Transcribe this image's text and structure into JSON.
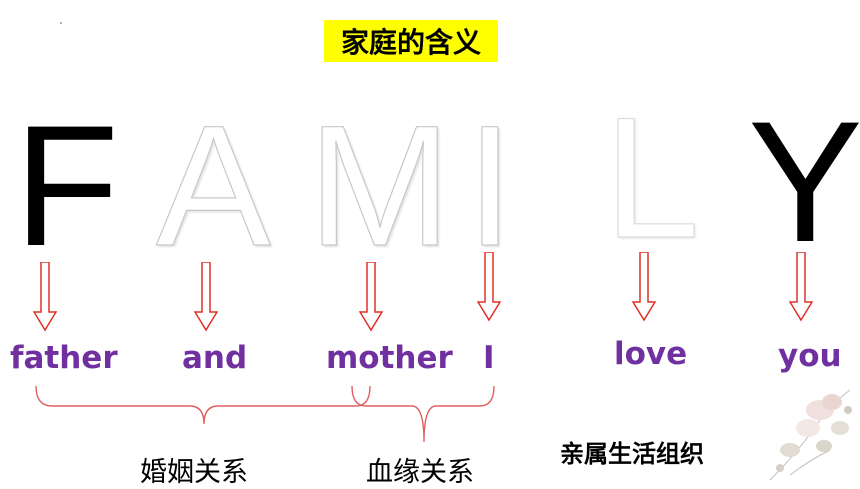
{
  "title": "家庭的含义",
  "letters": [
    "F",
    "A",
    "M",
    "I",
    "L",
    "Y"
  ],
  "words": [
    "father",
    "and",
    "mother",
    "I",
    "love",
    "you"
  ],
  "labels": {
    "marriage": "婚姻关系",
    "blood": "血缘关系",
    "kinship": "亲属生活组织"
  },
  "colors": {
    "title_bg": "#ffff00",
    "word": "#7030a0",
    "arrow": "#e0302a",
    "bracket": "#e06060"
  }
}
